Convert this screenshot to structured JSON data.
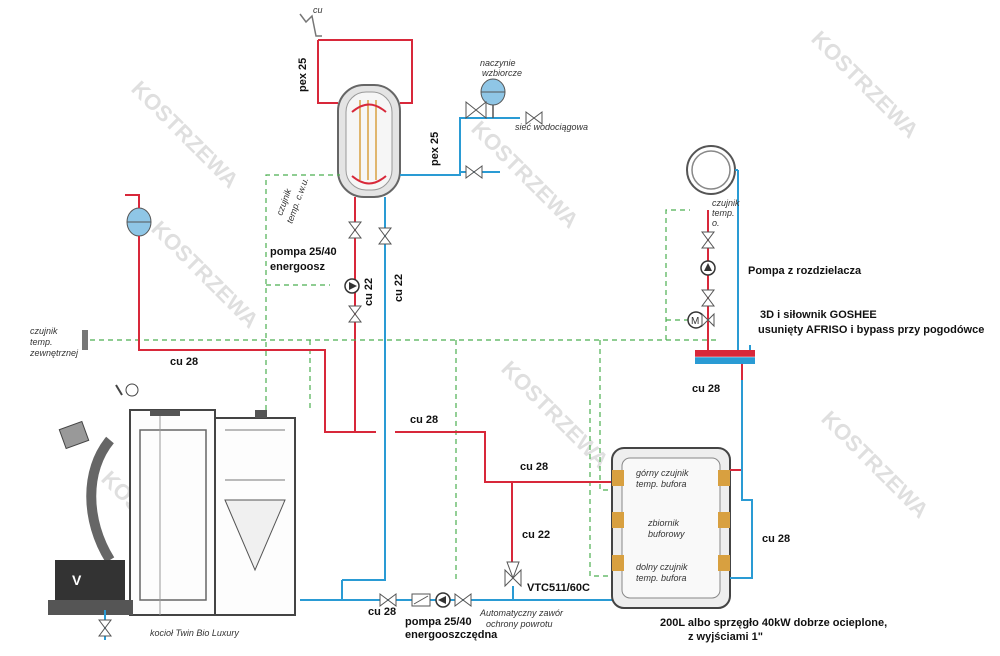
{
  "labels": {
    "cu_top": "cu",
    "pex_left": "pex 25",
    "pex_right": "pex 25",
    "naczynie": "naczynie",
    "wzbiorcze": "wzbiorcze",
    "siec": "sieć wodociągowa",
    "czujnik_cwu_1": "czujnik",
    "czujnik_cwu_2": "temp. c.w.u.",
    "pompa1_a": "pompa 25/40",
    "pompa1_b": "energoosz",
    "cu22_vertical_a": "cu 22",
    "cu22_vertical_b": "cu 22",
    "czujnik_zew_1": "czujnik",
    "czujnik_zew_2": "temp.",
    "czujnik_zew_3": "zewnętrznej",
    "cu28_a": "cu 28",
    "cu28_b": "cu 28",
    "cu28_c": "cu 28",
    "cu28_d": "cu 28",
    "cu28_e": "cu 28",
    "cu28_f": "cu 28",
    "cu22_h": "cu 22",
    "czujnik_o_1": "czujnik",
    "czujnik_o_2": "temp.",
    "czujnik_o_3": "o.",
    "pompa_rozdz": "Pompa z rozdzielacza",
    "goshee_1": "3D i siłownik GOSHEE",
    "goshee_2": "usunięty AFRISO i bypass przy pogodówce",
    "gorny_1": "górny czujnik",
    "gorny_2": "temp. bufora",
    "zbiornik_1": "zbiornik",
    "zbiornik_2": "buforowy",
    "dolny_1": "dolny czujnik",
    "dolny_2": "temp. bufora",
    "vtc": "VTC511/60C",
    "auto_1": "Automatyczny zawór",
    "auto_2": "ochrony powrotu",
    "pompa2_a": "pompa 25/40",
    "pompa2_b": "energooszczędna",
    "kociol": "kocioł Twin Bio Luxury",
    "buffer_1": "200L albo sprzęgło 40kW dobrze ocieplone,",
    "buffer_2": "z wyjściami 1\"",
    "motor": "M",
    "watermark": "KOSTRZEWA"
  },
  "colors": {
    "supply": "#d8283a",
    "return": "#2a9bd4",
    "signal": "#4caf50"
  },
  "icons": [
    "pump-icon",
    "valve-icon",
    "expansion-vessel-icon",
    "temperature-sensor-icon",
    "motor-icon",
    "manifold-icon"
  ]
}
